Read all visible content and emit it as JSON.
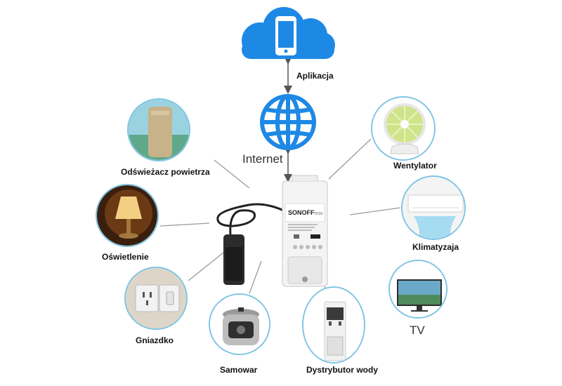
{
  "labels": {
    "app": "Aplikacja",
    "internet": "Internet",
    "air_freshener": "Odświeżacz powietrza",
    "lighting": "Oświetlenie",
    "socket": "Gniazdko",
    "cooker": "Samowar",
    "water_dispenser": "Dystrybutor wody",
    "fan": "Wentylator",
    "air_conditioner": "Klimatyzaja",
    "tv": "TV"
  },
  "device": {
    "brand": "SONOFF",
    "model": "TH10"
  },
  "colors": {
    "cloud": "#1e88e5",
    "globe": "#1e88e5",
    "circle_border": "#7fc4e4",
    "connector": "#999999"
  },
  "icons": [
    "cloud-icon",
    "smartphone-icon",
    "globe-icon",
    "bidirectional-arrow-icon"
  ]
}
